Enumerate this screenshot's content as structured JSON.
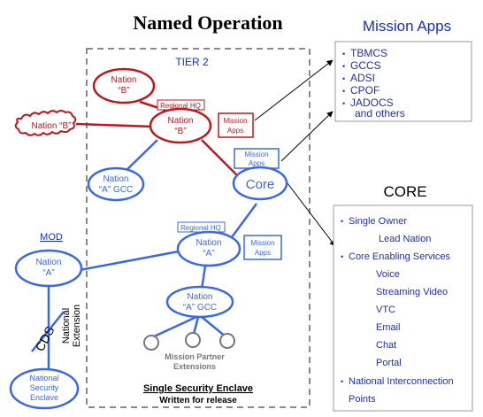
{
  "title": "Named Operation",
  "tier_label": "TIER 2",
  "enclave_caption": {
    "line1": "Single Security Enclave",
    "line2": "Written for release"
  },
  "mission_apps_panel": {
    "heading": "Mission Apps",
    "items": [
      "TBMCS",
      "GCCS",
      "ADSI",
      "CPOF",
      "JADOCS"
    ],
    "trailing": "and others"
  },
  "core_panel": {
    "heading": "CORE",
    "items": [
      {
        "text": "Single Owner",
        "level": 0
      },
      {
        "text": "Lead Nation",
        "level": 1
      },
      {
        "text": "Core Enabling Services",
        "level": 0
      },
      {
        "text": "Voice",
        "level": 2
      },
      {
        "text": "Streaming Video",
        "level": 2
      },
      {
        "text": "VTC",
        "level": 2
      },
      {
        "text": "Email",
        "level": 2
      },
      {
        "text": "Chat",
        "level": 2
      },
      {
        "text": "Portal",
        "level": 2
      },
      {
        "text": "National Interconnection",
        "level": 0
      },
      {
        "text": "Points",
        "level": 3
      }
    ]
  },
  "nodes": {
    "nation_b_top": {
      "line1": "Nation",
      "line2": "“B”"
    },
    "nation_b_main": {
      "line1": "Nation",
      "line2": "“B”"
    },
    "nation_b_cloud": "Nation “B”",
    "regional_hq_b": "Regional HQ",
    "mission_apps_b": {
      "line1": "Mission",
      "line2": "Apps"
    },
    "mission_apps_core": {
      "line1": "Mission",
      "line2": "Apps"
    },
    "core": "Core",
    "nation_a_gcc_top": {
      "line1": "Nation",
      "line2": "“A” GCC"
    },
    "regional_hq_a": "Regional HQ",
    "nation_a_main": {
      "line1": "Nation",
      "line2": "“A”"
    },
    "mission_apps_a": {
      "line1": "Mission",
      "line2": "Apps"
    },
    "nation_a_gcc_bottom": {
      "line1": "Nation",
      "line2": "“A” GCC"
    },
    "mission_partner": {
      "line1": "Mission Partner",
      "line2": "Extensions"
    },
    "mod_label": "MOD",
    "nation_a_mod": {
      "line1": "Nation",
      "line2": "“A”"
    },
    "cds": "CDS",
    "national_extension": {
      "line1": "National",
      "line2": "Extension"
    },
    "national_security_enclave": {
      "line1": "National",
      "line2": "Security",
      "line3": "Enclave"
    }
  },
  "colors": {
    "blue": "#3b68e6",
    "red": "#c0161c",
    "heading_blue": "#1f2fb5",
    "panel_text_blue": "#1f2fb5",
    "gray": "#777777",
    "dash_gray": "#8a8a8a"
  }
}
